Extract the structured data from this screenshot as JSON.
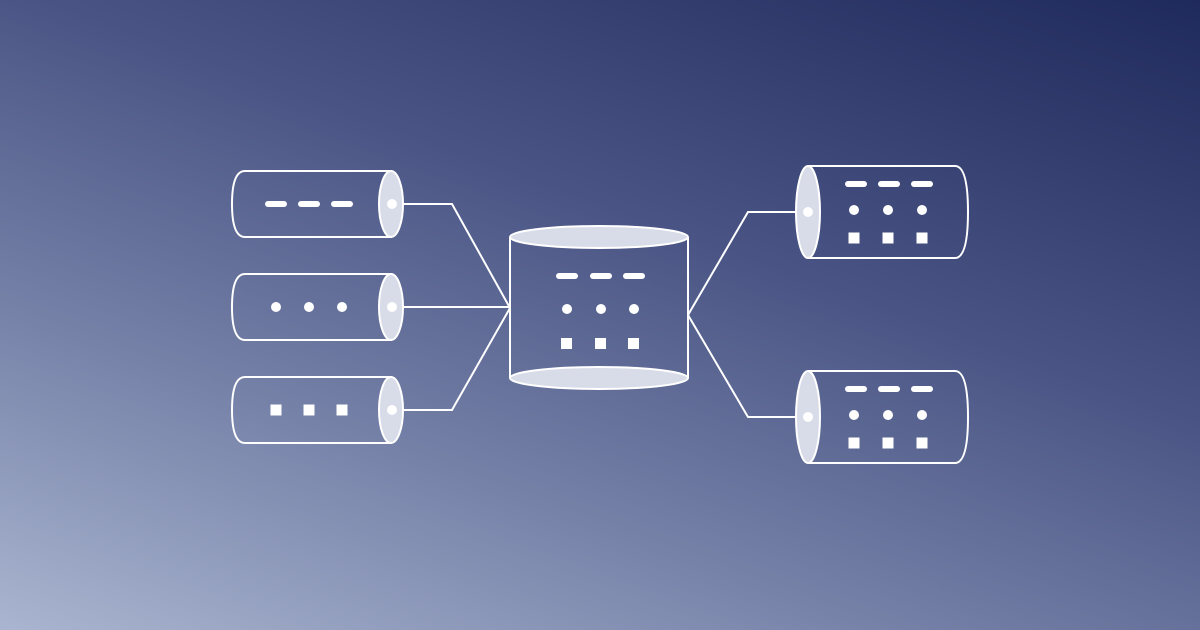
{
  "colors": {
    "stroke": "#ffffff",
    "cap_fill": "#d8dce8",
    "background_dark": "#1f2a5c",
    "background_light": "#aab5d0"
  },
  "diagram": {
    "sources": [
      {
        "pattern": "dashes"
      },
      {
        "pattern": "dots"
      },
      {
        "pattern": "squares"
      }
    ],
    "hub": {
      "patterns": [
        "dashes",
        "dots",
        "squares"
      ]
    },
    "targets": [
      {
        "patterns": [
          "dashes",
          "dots",
          "squares"
        ]
      },
      {
        "patterns": [
          "dashes",
          "dots",
          "squares"
        ]
      }
    ]
  }
}
